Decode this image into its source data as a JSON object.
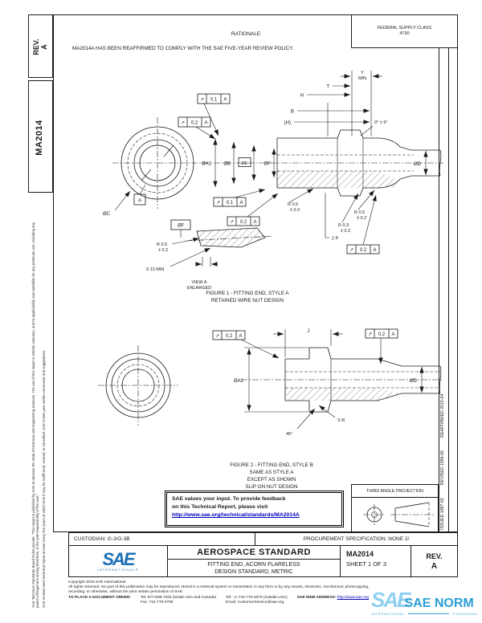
{
  "colors": {
    "line": "#1a1a1a",
    "link_blue": "#0000bb",
    "sae_blue": "#1a6fb5",
    "watermark_light": "#8fd0ef",
    "watermark_blue": "#2b9fd6"
  },
  "left_margin": {
    "rev_label": "REV.",
    "rev_value": "A",
    "doc_number": "MA2014",
    "disclaimer_line1": "SAE Technical Standards Board Rules provide: “This report is published by SAE to advance the state of technical and engineering sciences. The use of this report is entirely voluntary, and its applicability and suitability for any particular use, including any patent infringement arising therefrom, is the sole responsibility of the user.”",
    "disclaimer_line2": "SAE reviews each technical report at least every five years at which time it may be reaffirmed, revised, or cancelled. SAE invites your written comments and suggestions."
  },
  "header": {
    "supply_class_label": "FEDERAL SUPPLY CLASS",
    "supply_class_value": "4730",
    "rationale_title": "RATIONALE",
    "rationale_text": "MA2014A HAS BEEN REAFFIRMED TO COMPLY WITH THE SAE FIVE-YEAR REVIEW POLICY."
  },
  "right_margin": {
    "issued": "ISSUED 1987-02",
    "revised": "REVISED 1996-06",
    "reaffirmed": "REAFFIRMED 2015-04"
  },
  "fcf": {
    "sym": "↗",
    "v01": "0.1",
    "v02": "0.2",
    "datum": "A"
  },
  "figure1": {
    "dims": {
      "y": "Y",
      "min": "MIN",
      "t": "T",
      "h": "H",
      "b": "B",
      "h_ref": "(H)",
      "angle": "0° ± 5°",
      "dia_a1": "ØA1",
      "dia_b": "ØB",
      "dia_e": "ØE",
      "dia_f": "ØF",
      "dia_c": "ØC",
      "dia_d": "ØD",
      "datum_a": "A",
      "r05": "R 0.5",
      "pm02": "± 0.2",
      "r03": "R 0.3",
      "two_p": "2 P",
      "min_013": "0.13 MIN"
    },
    "view_label": "VIEW A",
    "view_sub": "ENLARGED",
    "caption_line1": "FIGURE 1 - FITTING END, STYLE A",
    "caption_line2": "RETAINED WIRE NUT DESIGN"
  },
  "figure2": {
    "dims": {
      "j": "J",
      "dia_a2": "ØA2",
      "dia_d": "ØD",
      "angle": "45°",
      "sr": "S R"
    },
    "caption_line1": "FIGURE 2 - FITTING END, STYLE B",
    "caption_line2": "SAME AS STYLE A",
    "caption_line3": "EXCEPT AS SHOWN",
    "caption_line4": "SLIP ON NUT DESIGN"
  },
  "feedback_box": {
    "line1": "SAE values your input. To provide feedback",
    "line2": "on this Technical Report, please visit",
    "url": "http://www.sae.org/technical/standards/MA2014A"
  },
  "projection": {
    "label": "THIRD ANGLE PROJECTION"
  },
  "info_row": {
    "custodian": "CUSTODIAN: G-3/G-3B",
    "procurement": "PROCUREMENT SPECIFICATION: NONE 2/"
  },
  "title_block": {
    "logo_text": "SAE",
    "logo_sub": "INTERNATIONAL®",
    "standard_type": "AEROSPACE STANDARD",
    "title_line1": "FITTING END, ACORN FLARELESS",
    "title_line2": "DESIGN STANDARD, METRIC",
    "doc_number": "MA2014",
    "sheet": "SHEET 1 OF 3",
    "rev_label": "REV.",
    "rev_value": "A"
  },
  "footer": {
    "copyright": "Copyright 2015 SAE International",
    "rights_line1": "All rights reserved. No part of this publication may be reproduced, stored in a retrieval system or transmitted, in any form or by any means, electronic, mechanical, photocopying,",
    "rights_line2": "recording, or otherwise, without the prior written permission of SAE.",
    "order_label": "TO PLACE A DOCUMENT ORDER:",
    "tel_inside": "Tel: 877-606-7323 (inside USA and Canada)",
    "fax": "Fax: 724-776-0790",
    "tel_outside": "Tel: +1 724-776-4970 (outside USA)",
    "email": "Email: CustomerService@sae.org",
    "web_label": "SAE WEB ADDRESS:",
    "web_url": "http://www.sae.org"
  },
  "watermark": {
    "logo": "SAE",
    "name": "SAE NORM",
    "sub_left": "INTERNATIONAL",
    "sub_right": "STANDARDS"
  }
}
